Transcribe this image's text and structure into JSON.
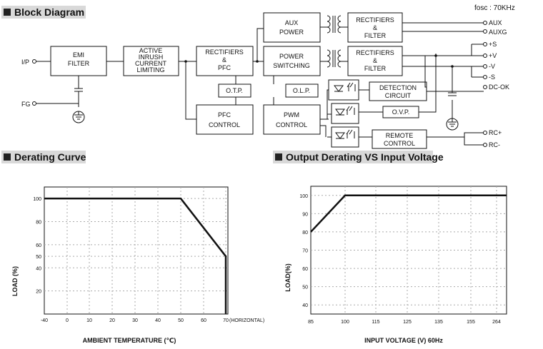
{
  "sections": {
    "block_diagram": "Block Diagram",
    "derating_curve": "Derating Curve",
    "output_derating": "Output Derating VS Input Voltage"
  },
  "fosc": "fosc : 70KHz",
  "blocks": {
    "emi": [
      "EMI",
      "FILTER"
    ],
    "inrush": [
      "ACTIVE",
      "INRUSH",
      "CURRENT",
      "LIMITING"
    ],
    "rect_pfc": [
      "RECTIFIERS",
      "&",
      "PFC"
    ],
    "otp": "O.T.P.",
    "pfc_ctrl": [
      "PFC",
      "CONTROL"
    ],
    "aux_power": [
      "AUX",
      "POWER"
    ],
    "power_sw": [
      "POWER",
      "SWITCHING"
    ],
    "olp": "O.L.P.",
    "pwm_ctrl": [
      "PWM",
      "CONTROL"
    ],
    "rect_aux": [
      "RECTIFIERS",
      "&",
      "FILTER"
    ],
    "rect_out": [
      "RECTIFIERS",
      "&",
      "FILTER"
    ],
    "detection": [
      "DETECTION",
      "CIRCUIT"
    ],
    "ovp": "O.V.P.",
    "remote": [
      "REMOTE",
      "CONTROL"
    ]
  },
  "terminals": {
    "ip": "I/P",
    "fg": "FG",
    "aux": "AUX",
    "auxg": "AUXG",
    "plus_s": "+S",
    "plus_v": "+V",
    "minus_v": "-V",
    "minus_s": "-S",
    "dc_ok": "DC-OK",
    "rc_plus": "RC+",
    "rc_minus": "RC-"
  },
  "chart_data": [
    {
      "type": "line",
      "x": [
        -40,
        50,
        70,
        70
      ],
      "y": [
        100,
        100,
        50,
        0
      ],
      "xticks": [
        "-40",
        "0",
        "10",
        "20",
        "30",
        "40",
        "50",
        "60",
        "70",
        "(HORIZONTAL)"
      ],
      "yticks": [
        "100",
        "80",
        "60",
        "50",
        "40",
        "20"
      ],
      "xlabel": "AMBIENT TEMPERATURE (℃)",
      "ylabel": "LOAD (%)",
      "xlim": [
        -40,
        75
      ],
      "ylim": [
        0,
        110
      ],
      "grid": true
    },
    {
      "type": "line",
      "x": [
        85,
        100,
        264
      ],
      "y": [
        80,
        100,
        100
      ],
      "xticks": [
        "85",
        "100",
        "115",
        "125",
        "135",
        "155",
        "264"
      ],
      "yticks": [
        "100",
        "90",
        "80",
        "70",
        "60",
        "50",
        "40"
      ],
      "xlabel": "INPUT VOLTAGE (V) 60Hz",
      "ylabel": "LOAD(%)",
      "ylim": [
        35,
        105
      ],
      "grid": true
    }
  ]
}
